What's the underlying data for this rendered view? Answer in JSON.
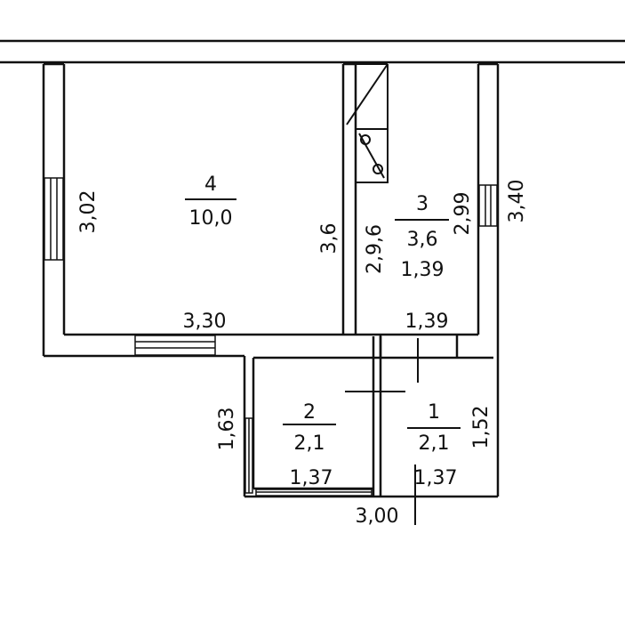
{
  "colors": {
    "wall": "#111111",
    "background": "#ffffff"
  },
  "rooms": [
    {
      "number": "4",
      "area": "10,0"
    },
    {
      "number": "3",
      "area": "3,6"
    },
    {
      "number": "2",
      "area": "2,1"
    },
    {
      "number": "1",
      "area": "2,1"
    }
  ],
  "dimensions": {
    "room4_height": "3,02",
    "room4_width": "3,30",
    "room4_right": "3,6",
    "room3_left": "2,9,6",
    "room3_width": "1,39",
    "room3_bottom": "1,39",
    "room3_height": "2,99",
    "outer_height": "3,40",
    "room2_height": "1,63",
    "room2_width": "1,37",
    "room1_width": "1,37",
    "room1_height": "1,52",
    "total_width": "3,00"
  },
  "icons": {
    "window": "window-icon",
    "door": "door-icon",
    "stove": "stove-icon",
    "sink": "sink-icon"
  }
}
